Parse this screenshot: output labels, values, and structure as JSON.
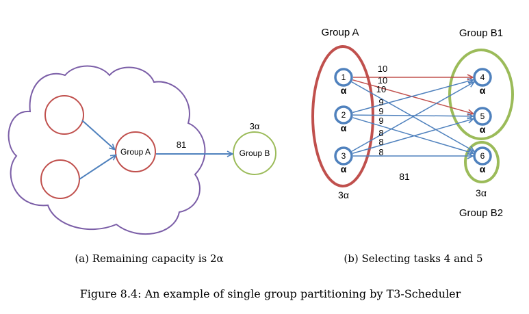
{
  "colors": {
    "cloud": "#7b5ea7",
    "red": "#c0504d",
    "green": "#9bbb59",
    "blue": "#4f81bd",
    "text": "#000000"
  },
  "panel_a": {
    "group_a_label": "Group A",
    "group_b_label": "Group B",
    "group_b_weight": "3α",
    "edge_weight": "81",
    "caption": "(a) Remaining capacity is 2α"
  },
  "panel_b": {
    "group_a_title": "Group A",
    "group_b1_title": "Group B1",
    "group_b2_title": "Group B2",
    "group_a_weight": "3α",
    "group_b2_weight": "3α",
    "total_weight": "81",
    "nodes": [
      {
        "id": "1",
        "sub": "α"
      },
      {
        "id": "2",
        "sub": "α"
      },
      {
        "id": "3",
        "sub": "α"
      },
      {
        "id": "4",
        "sub": "α"
      },
      {
        "id": "5",
        "sub": "α"
      },
      {
        "id": "6",
        "sub": "α"
      }
    ],
    "edges": [
      {
        "from": "1",
        "to": "4",
        "weight": "10"
      },
      {
        "from": "1",
        "to": "5",
        "weight": "10"
      },
      {
        "from": "1",
        "to": "6",
        "weight": "10"
      },
      {
        "from": "2",
        "to": "4",
        "weight": "9"
      },
      {
        "from": "2",
        "to": "5",
        "weight": "9"
      },
      {
        "from": "2",
        "to": "6",
        "weight": "9"
      },
      {
        "from": "3",
        "to": "4",
        "weight": "8"
      },
      {
        "from": "3",
        "to": "5",
        "weight": "8"
      },
      {
        "from": "3",
        "to": "6",
        "weight": "8"
      }
    ],
    "caption": "(b) Selecting tasks 4 and 5"
  },
  "figure_caption": "Figure 8.4: An example of single group partitioning by T3-Scheduler"
}
